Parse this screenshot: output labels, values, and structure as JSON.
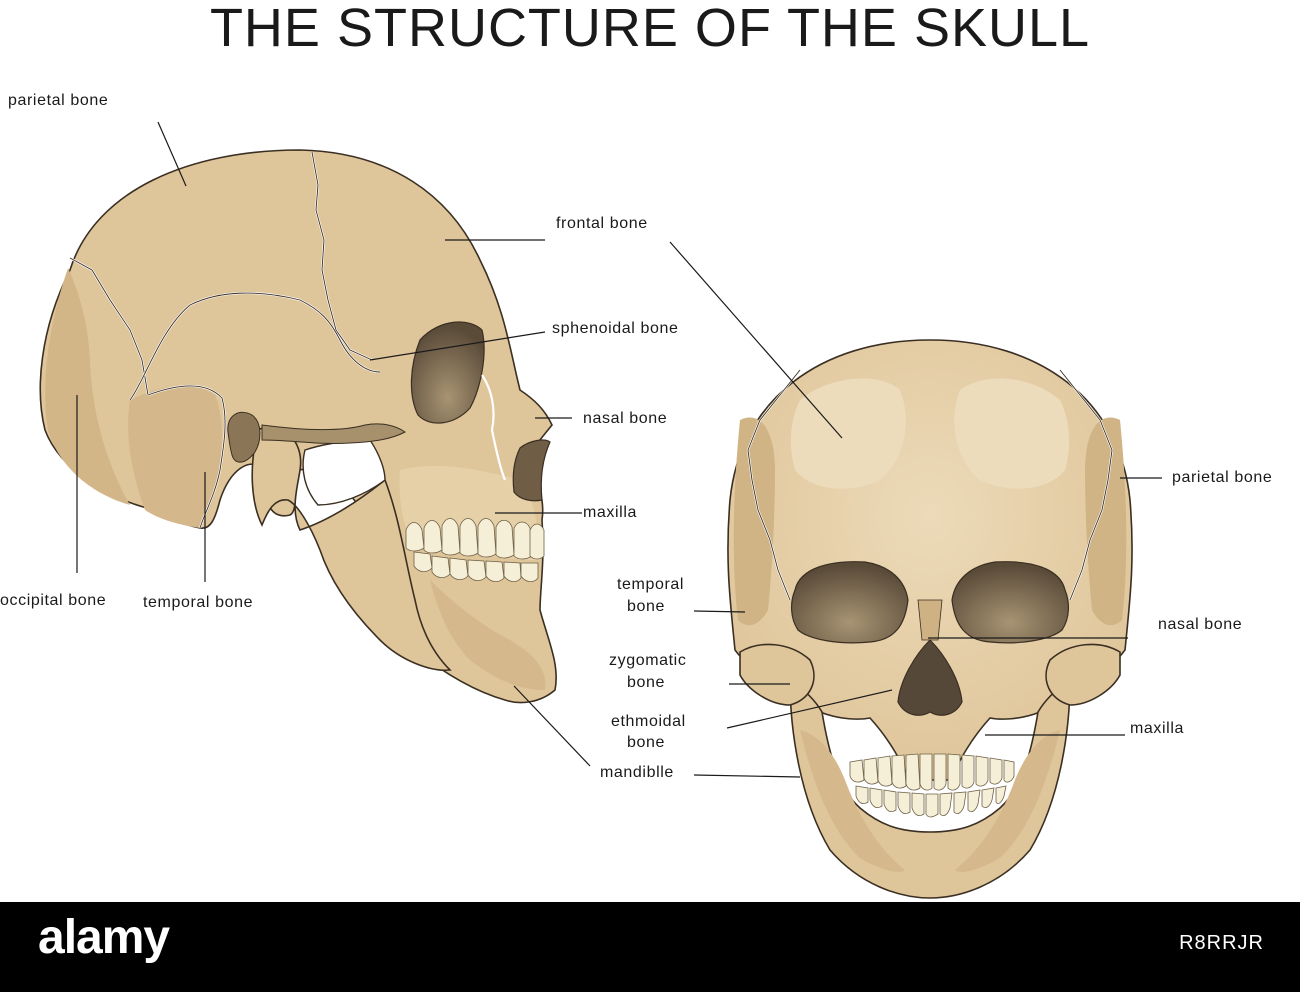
{
  "title": "THE STRUCTURE OF THE SKULL",
  "colors": {
    "bone": "#dfc59a",
    "bone_light": "#e8d3ad",
    "bone_shadow": "#cfb283",
    "cavity": "#6f604a",
    "cavity_dark": "#564838"
  },
  "side_labels": {
    "parietal": "parietal bone",
    "frontal": "frontal bone",
    "sphenoidal": "sphenoidal  bone",
    "nasal": "nasal bone",
    "maxilla": "maxilla",
    "occipital": "occipital bone",
    "temporal": "temporal bone",
    "mandible": "mandiblle"
  },
  "front_labels": {
    "parietal": "parietal bone",
    "nasal": "nasal bone",
    "maxilla": "maxilla",
    "temporal_1": "temporal",
    "temporal_2": "bone",
    "zygomatic_1": "zygomatic",
    "zygomatic_2": "bone",
    "ethmoidal_1": "ethmoidal",
    "ethmoidal_2": "bone"
  },
  "footer": {
    "logo": "alamy",
    "image_id": "R8RRJR"
  }
}
